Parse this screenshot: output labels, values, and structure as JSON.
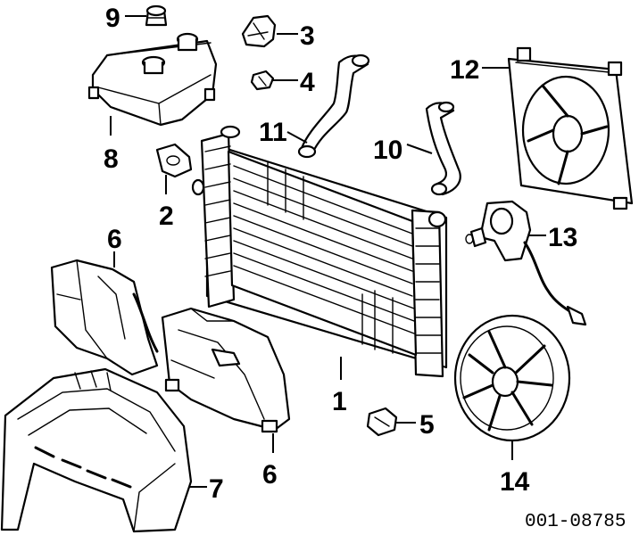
{
  "diagram": {
    "reference_code": "001-08785",
    "callouts": [
      {
        "id": "c9",
        "text": "9"
      },
      {
        "id": "c3",
        "text": "3"
      },
      {
        "id": "c4",
        "text": "4"
      },
      {
        "id": "c11",
        "text": "11"
      },
      {
        "id": "c8",
        "text": "8"
      },
      {
        "id": "c2",
        "text": "2"
      },
      {
        "id": "c10",
        "text": "10"
      },
      {
        "id": "c12",
        "text": "12"
      },
      {
        "id": "c13",
        "text": "13"
      },
      {
        "id": "c6a",
        "text": "6"
      },
      {
        "id": "c1",
        "text": "1"
      },
      {
        "id": "c5",
        "text": "5"
      },
      {
        "id": "c14",
        "text": "14"
      },
      {
        "id": "c7",
        "text": "7"
      },
      {
        "id": "c6b",
        "text": "6"
      }
    ]
  }
}
